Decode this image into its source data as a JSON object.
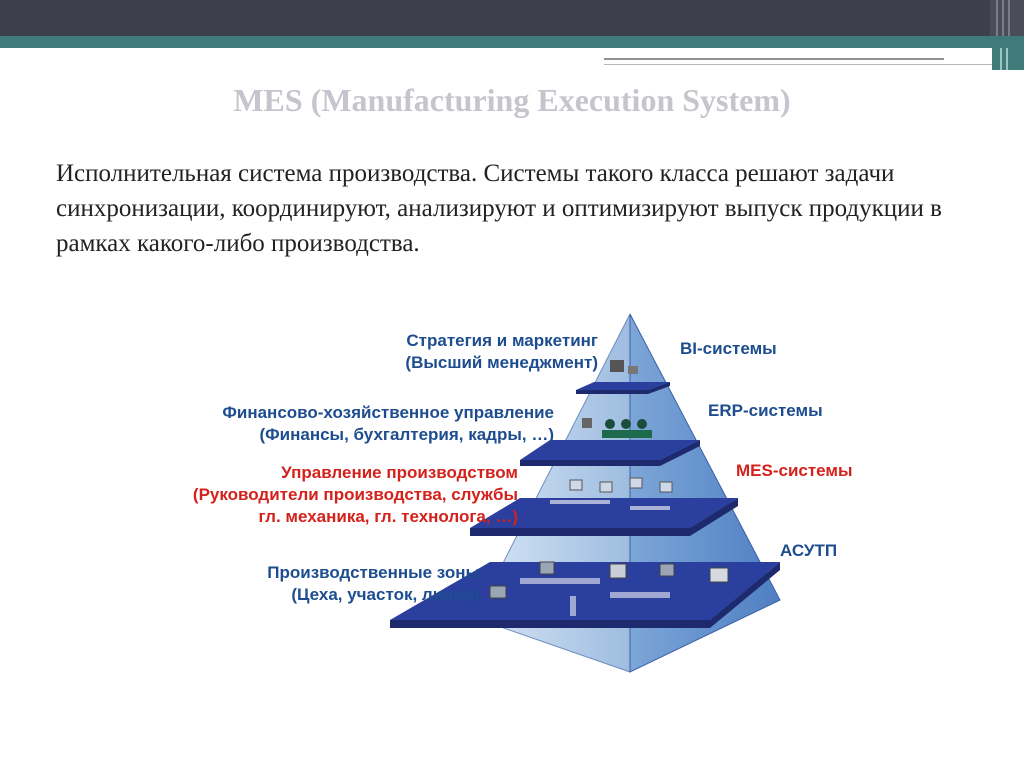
{
  "slide": {
    "title": "MES (Manufacturing Execution System)",
    "intro": "Исполнительная система производства. Системы такого класса решают задачи синхронизации, координируют, анализируют и оптимизируют выпуск продукции в рамках какого-либо производства."
  },
  "pyramid": {
    "levels": [
      {
        "left_line1": "Стратегия и маркетинг",
        "left_line2": "(Высший менеджмент)",
        "right": "BI-системы"
      },
      {
        "left_line1": "Финансово-хозяйственное управление",
        "left_line2": "(Финансы, бухгалтерия, кадры, …)",
        "right": "ERP-системы"
      },
      {
        "left_line1": "Управление производством",
        "left_line2": "(Руководители производства, службы",
        "left_line3": "гл. механика, гл. технолога, …)",
        "right": "MES-системы"
      },
      {
        "left_line1": "Производственные зоны",
        "left_line2": "(Цеха, участок, линии)",
        "right": "АСУТП"
      }
    ]
  },
  "colors": {
    "header_dark": "#3d3f4b",
    "header_teal": "#3f7b78",
    "pyramid_blue": "#2b3f9e",
    "label_blue": "#1d4d8f",
    "label_red": "#d4211b"
  }
}
